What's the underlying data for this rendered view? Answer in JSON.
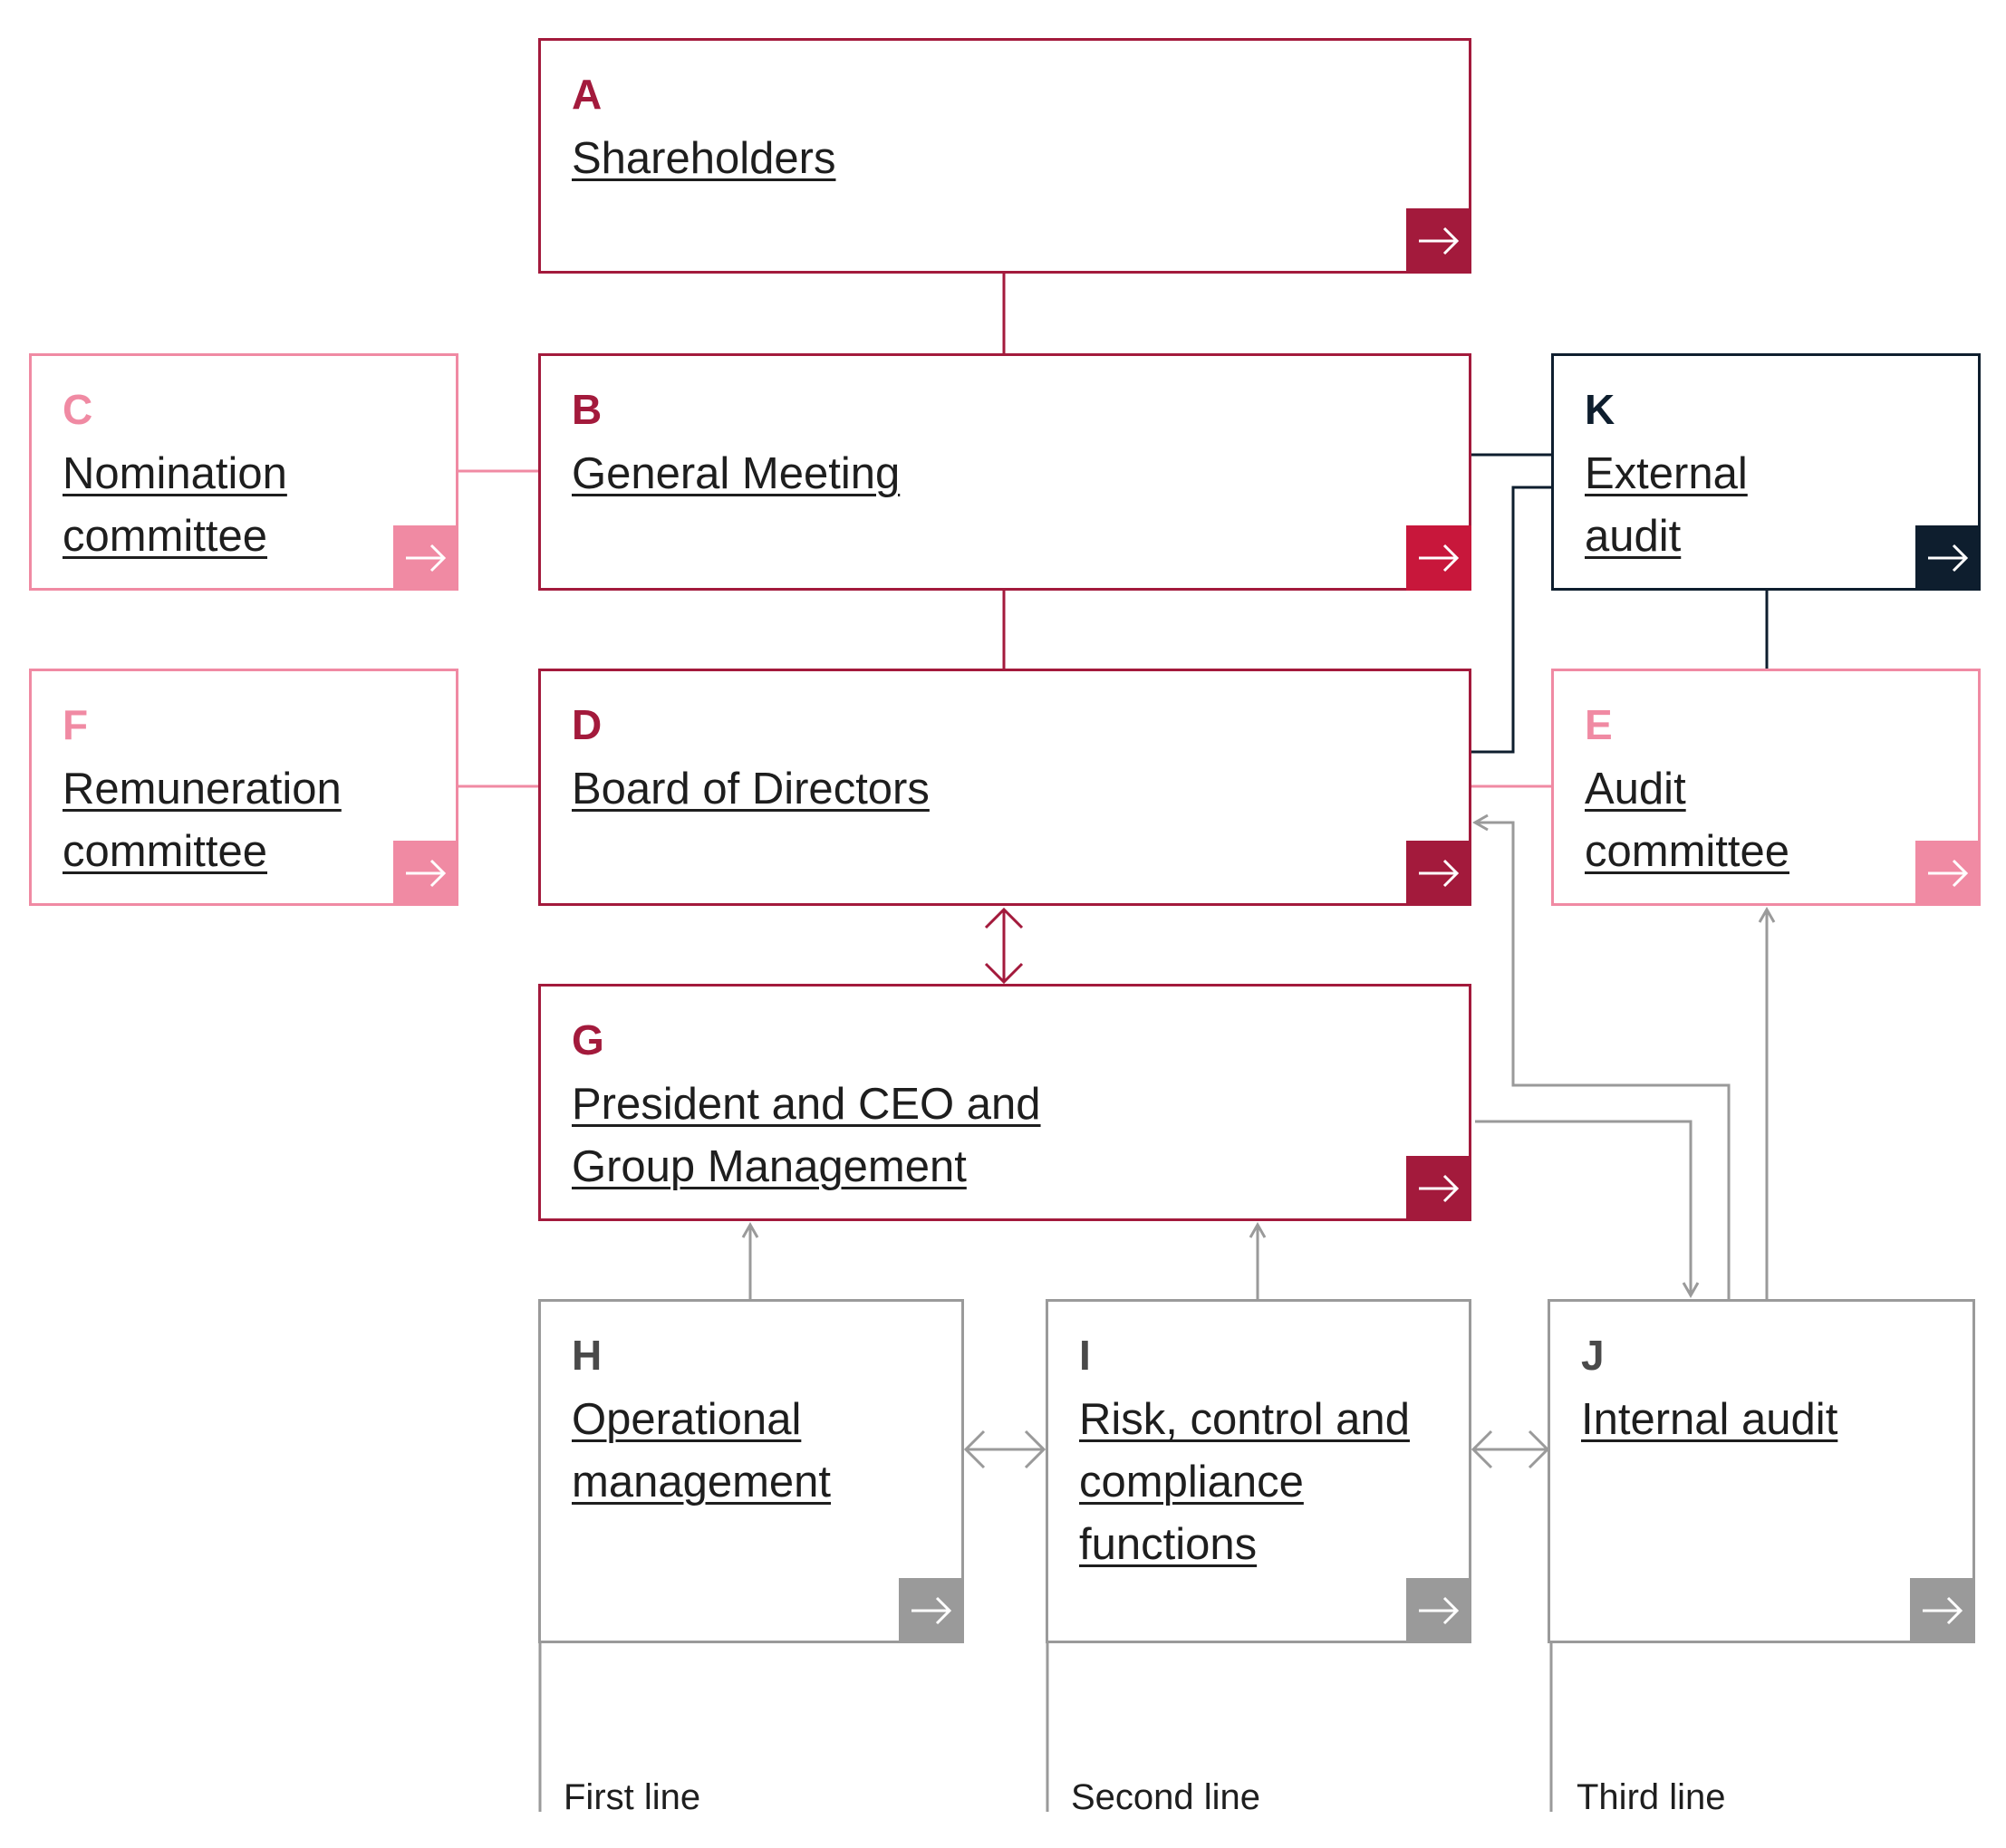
{
  "colors": {
    "crimson": "#a31a3c",
    "red_button": "#c8173b",
    "pink": "#f08aa3",
    "navy": "#0e1e2e",
    "grey": "#9a9a9a"
  },
  "boxes": {
    "A": {
      "letter": "A",
      "label": "Shareholders",
      "icon": "arrow-right-icon"
    },
    "B": {
      "letter": "B",
      "label": "General Meeting",
      "icon": "arrow-right-icon"
    },
    "C": {
      "letter": "C",
      "label": "Nomination committee",
      "icon": "arrow-right-icon"
    },
    "D": {
      "letter": "D",
      "label": "Board of Directors",
      "icon": "arrow-right-icon"
    },
    "E": {
      "letter": "E",
      "label": "Audit committee",
      "icon": "arrow-right-icon"
    },
    "F": {
      "letter": "F",
      "label": "Remuneration committee",
      "icon": "arrow-right-icon"
    },
    "G": {
      "letter": "G",
      "label": "President and CEO and Group Management",
      "icon": "arrow-right-icon"
    },
    "H": {
      "letter": "H",
      "label": "Operational management",
      "icon": "arrow-right-icon"
    },
    "I": {
      "letter": "I",
      "label": "Risk, control and compliance functions",
      "icon": "arrow-right-icon"
    },
    "J": {
      "letter": "J",
      "label": "Internal audit",
      "icon": "arrow-right-icon"
    },
    "K": {
      "letter": "K",
      "label": "External audit",
      "icon": "arrow-right-icon"
    }
  },
  "lines_of_defence": {
    "first": "First line",
    "second": "Second line",
    "third": "Third line"
  }
}
